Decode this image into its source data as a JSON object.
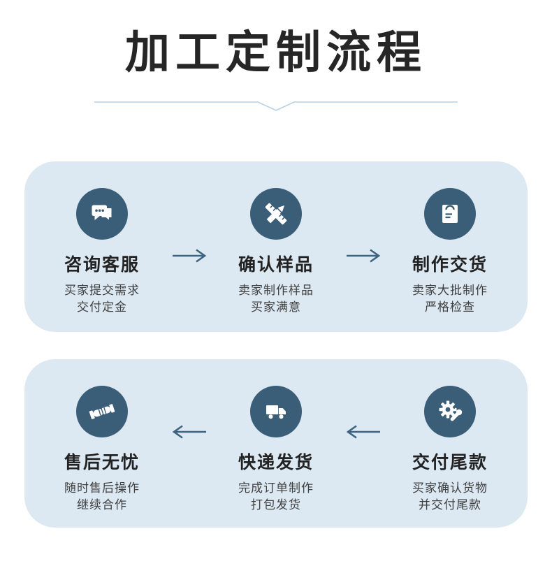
{
  "page": {
    "title": "加工定制流程"
  },
  "colors": {
    "card_bg": "#dce8f2",
    "circle_bg": "#3b5e78",
    "arrow": "#3d6480",
    "title_color": "#262626",
    "step_title_color": "#222222",
    "subtext_color": "#3f3f3f",
    "divider_color": "#b7d0e6"
  },
  "cards": [
    {
      "flow_direction": "right",
      "steps": [
        {
          "icon": "chat-icon",
          "title": "咨询客服",
          "line1": "买家提交需求",
          "line2": "交付定金"
        },
        {
          "icon": "pencil-ruler-icon",
          "title": "确认样品",
          "line1": "卖家制作样品",
          "line2": "买家满意"
        },
        {
          "icon": "order-bag-icon",
          "title": "制作交货",
          "line1": "卖家大批制作",
          "line2": "严格检查"
        }
      ]
    },
    {
      "flow_direction": "left",
      "steps": [
        {
          "icon": "handshake-icon",
          "title": "售后无忧",
          "line1": "随时售后操作",
          "line2": "继续合作"
        },
        {
          "icon": "truck-icon",
          "title": "快递发货",
          "line1": "完成订单制作",
          "line2": "打包发货"
        },
        {
          "icon": "gear-wrench-icon",
          "title": "交付尾款",
          "line1": "买家确认货物",
          "line2": "并交付尾款"
        }
      ]
    }
  ]
}
